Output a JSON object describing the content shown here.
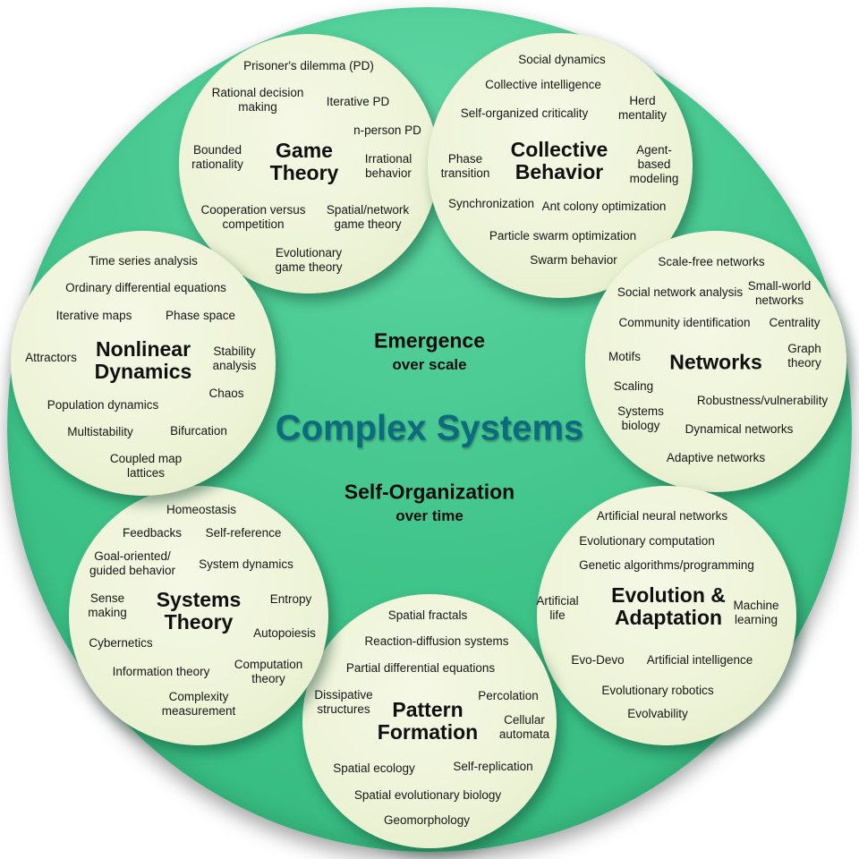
{
  "center": {
    "emergence": "Emergence",
    "emergence_sub": "over scale",
    "title": "Complex Systems",
    "self_organization": "Self-Organization",
    "self_organization_sub": "over time"
  },
  "colors": {
    "outer_circle": "#3ec389",
    "cluster_fill": "#edf3d6",
    "main_title": "#0c6b7c"
  },
  "clusters": {
    "game_theory": {
      "title": "Game Theory",
      "items": [
        "Prisoner's dilemma (PD)",
        "Rational decision making",
        "Iterative PD",
        "n-person PD",
        "Bounded rationality",
        "Irrational behavior",
        "Cooperation versus competition",
        "Spatial/network game theory",
        "Evolutionary game theory"
      ]
    },
    "collective_behavior": {
      "title": "Collective Behavior",
      "items": [
        "Social dynamics",
        "Collective intelligence",
        "Herd mentality",
        "Self-organized criticality",
        "Phase transition",
        "Agent-based modeling",
        "Synchronization",
        "Ant colony optimization",
        "Particle swarm optimization",
        "Swarm behavior"
      ]
    },
    "networks": {
      "title": "Networks",
      "items": [
        "Scale-free networks",
        "Social network analysis",
        "Small-world networks",
        "Community identification",
        "Centrality",
        "Motifs",
        "Graph theory",
        "Scaling",
        "Robustness/vulnerability",
        "Systems biology",
        "Dynamical networks",
        "Adaptive networks"
      ]
    },
    "evolution_adaptation": {
      "title": "Evolution & Adaptation",
      "items": [
        "Artificial neural networks",
        "Evolutionary computation",
        "Genetic algorithms/programming",
        "Artificial life",
        "Machine learning",
        "Evo-Devo",
        "Artificial intelligence",
        "Evolutionary robotics",
        "Evolvability"
      ]
    },
    "pattern_formation": {
      "title": "Pattern Formation",
      "items": [
        "Spatial fractals",
        "Reaction-diffusion systems",
        "Partial differential equations",
        "Dissipative structures",
        "Percolation",
        "Cellular automata",
        "Spatial ecology",
        "Self-replication",
        "Spatial evolutionary biology",
        "Geomorphology"
      ]
    },
    "systems_theory": {
      "title": "Systems Theory",
      "items": [
        "Homeostasis",
        "Feedbacks",
        "Self-reference",
        "Goal-oriented/ guided behavior",
        "System dynamics",
        "Sense making",
        "Entropy",
        "Cybernetics",
        "Autopoiesis",
        "Information theory",
        "Computation theory",
        "Complexity measurement"
      ]
    },
    "nonlinear_dynamics": {
      "title": "Nonlinear Dynamics",
      "items": [
        "Time series analysis",
        "Ordinary differential equations",
        "Iterative maps",
        "Phase space",
        "Attractors",
        "Stability analysis",
        "Population dynamics",
        "Chaos",
        "Multistability",
        "Bifurcation",
        "Coupled map lattices"
      ]
    }
  }
}
